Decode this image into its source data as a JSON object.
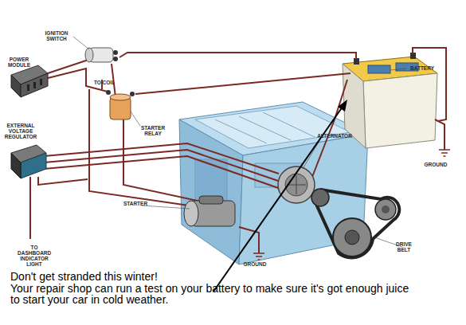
{
  "diagram": {
    "title": "Don't get stranded this winter!",
    "caption": "Your repair shop can run a test on your battery to make sure it's got enough juice to start your car in cold weather.",
    "labels": [
      "IGNITION SWITCH",
      "POWER MODULE",
      "TO COIL",
      "BATTERY",
      "STARTER RELAY",
      "EXTERNAL VOLTAGE REGULATOR",
      "ALTERNATOR",
      "GROUND",
      "STARTER",
      "TO DASHBOARD INDICATOR LIGHT",
      "DRIVE BELT",
      "GROUND"
    ]
  }
}
